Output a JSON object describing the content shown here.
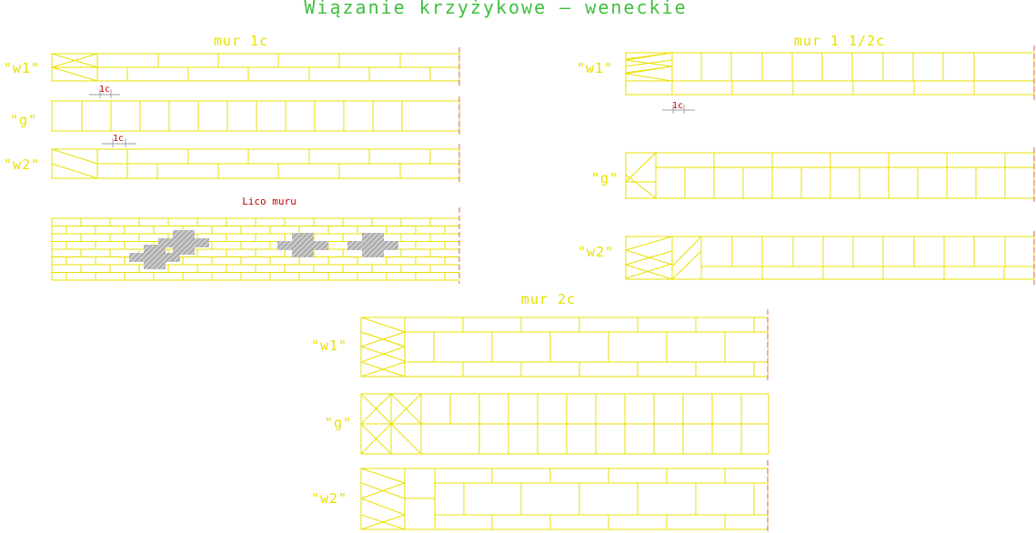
{
  "title": "Wiązanie krzyżykowe — weneckie",
  "sections": {
    "mur1": {
      "title": "mur 1c",
      "layers": [
        "\"w1\"",
        "\"g\"",
        "\"w2\""
      ]
    },
    "mur15": {
      "title": "mur 1 1/2c",
      "layers": [
        "\"w1\"",
        "\"g\"",
        "\"w2\""
      ]
    },
    "mur2": {
      "title": "mur 2c",
      "layers": [
        "\"w1\"",
        "\"g\"",
        "\"w2\""
      ]
    }
  },
  "face_label": "Lico muru",
  "dimensions": [
    "1c",
    "1c",
    "1c"
  ],
  "colors": {
    "background": "#ffffff",
    "lines": "#e8e000",
    "title": "#3fbf3f",
    "dimension": "#c00000",
    "hatch": "#9a9a9a"
  }
}
